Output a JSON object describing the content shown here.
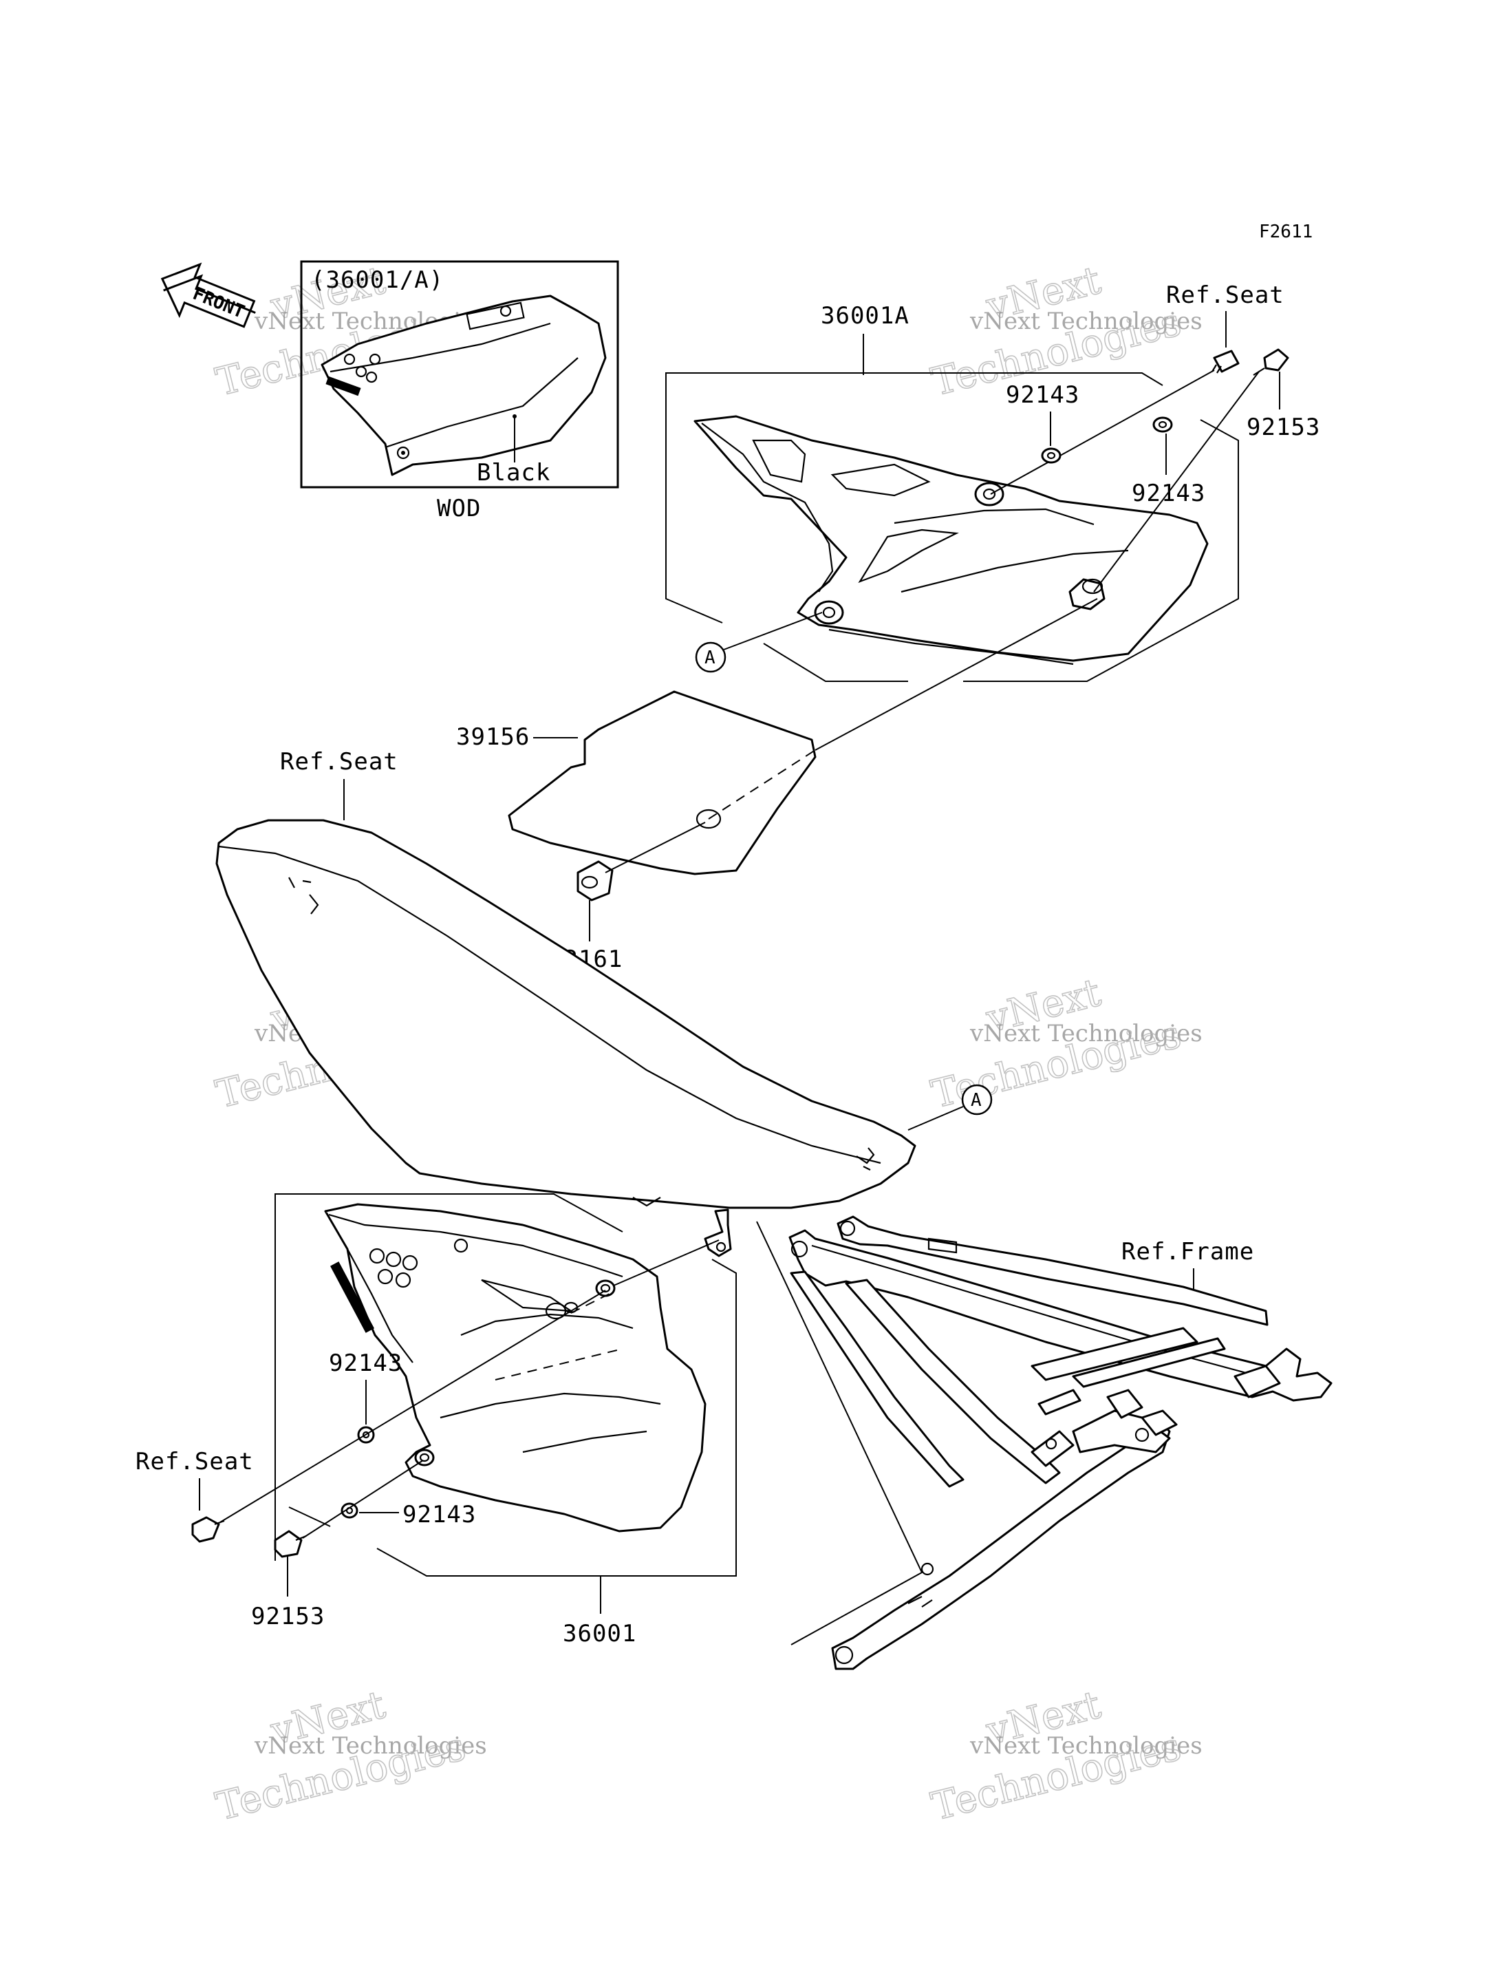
{
  "figure_code": "F2611",
  "front_arrow_text": "FRONT",
  "inset": {
    "title": "(36001/A)",
    "color_label": "Black",
    "caption": "WOD"
  },
  "callouts": {
    "part_36001A": "36001A",
    "ref_seat_top": "Ref.Seat",
    "washer_92143_top_a": "92143",
    "bolt_92153_top": "92153",
    "washer_92143_top_b": "92143",
    "marker_a_top": "A",
    "pad_39156": "39156",
    "ref_seat_main": "Ref.Seat",
    "grommet_92161": "92161",
    "marker_a_seat": "A",
    "ref_frame": "Ref.Frame",
    "washer_92143_bottom_a": "92143",
    "ref_seat_bottom": "Ref.Seat",
    "washer_92143_bottom_b": "92143",
    "bolt_92153_bottom": "92153",
    "part_36001": "36001"
  },
  "watermark": {
    "line1": "vNext",
    "line2": "vNext Technologies",
    "line3": "Technologies"
  }
}
